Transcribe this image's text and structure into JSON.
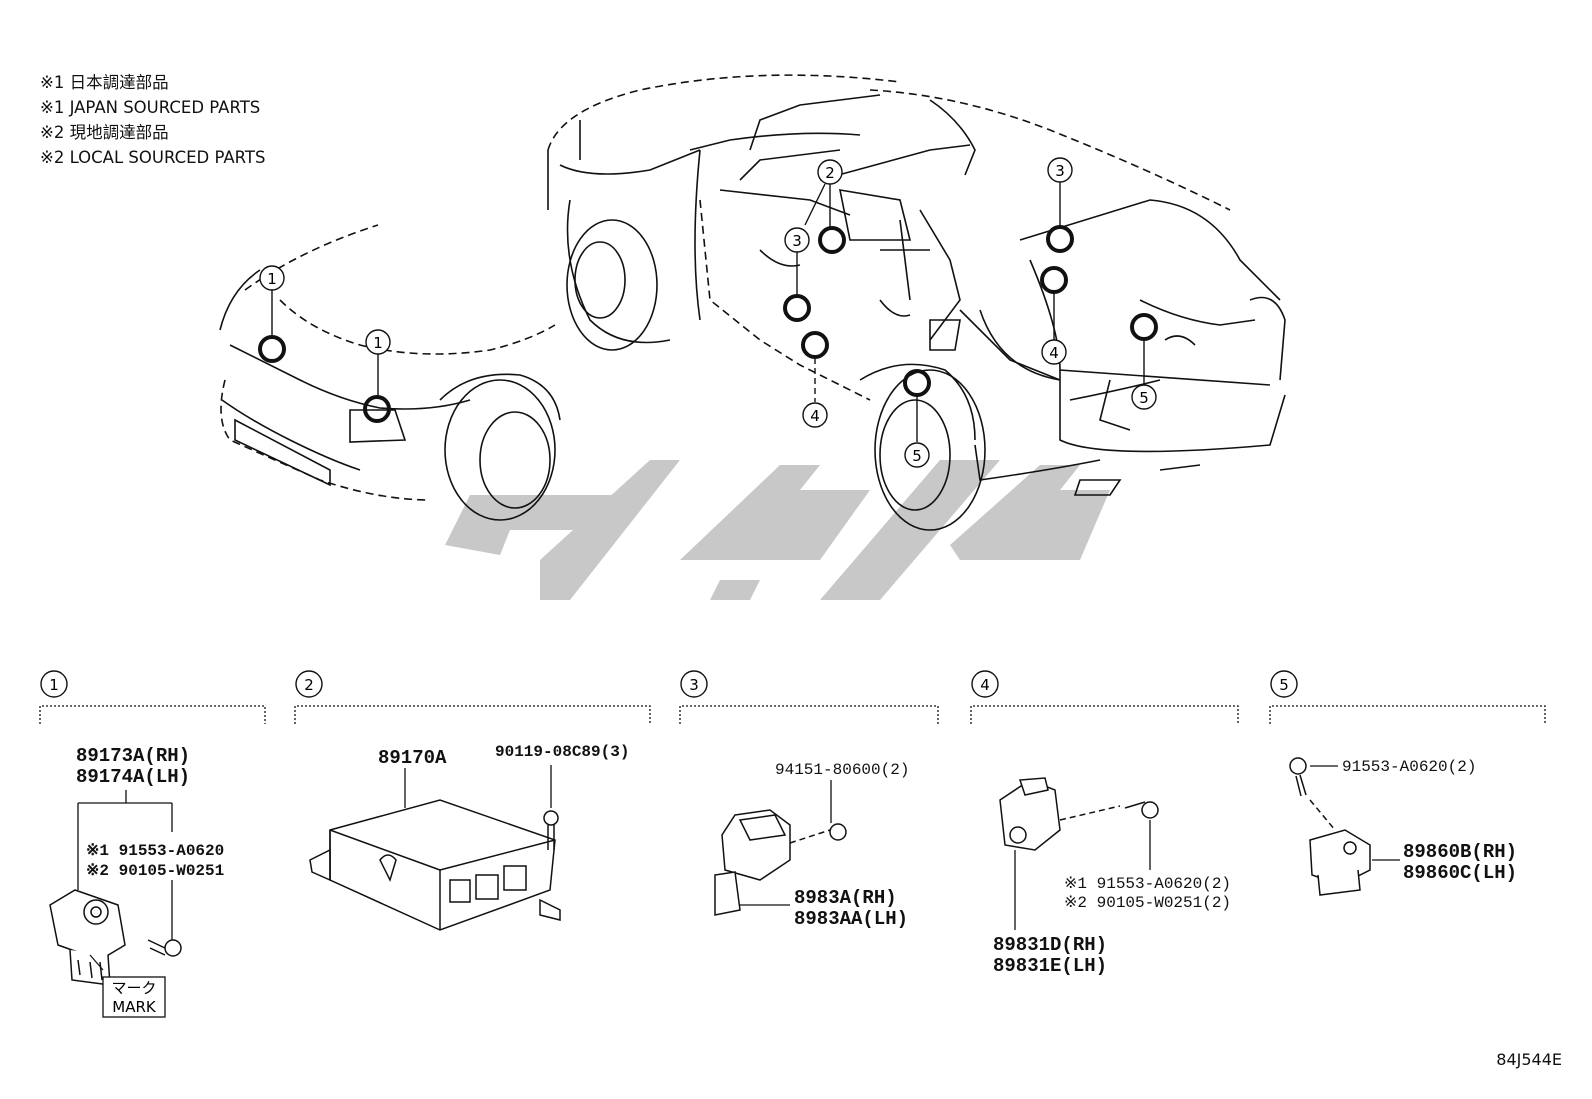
{
  "legend": [
    "※1 日本調達部品",
    "※1 JAPAN SOURCED PARTS",
    "※2 現地調達部品",
    "※2 LOCAL SOURCED PARTS"
  ],
  "diagram_code": "84J544E",
  "callout_numbers": {
    "front_left": "1",
    "front_right": "1",
    "center_a": "2",
    "center_b": "3",
    "rear_upper": "3",
    "rear_lower": "4",
    "door_lower": "4",
    "rear_hatch": "5",
    "wheel": "5"
  },
  "sections": [
    {
      "num": "1",
      "parts": [
        "89173A(RH)",
        "89174A(LH)"
      ],
      "fasteners": [
        "※1 91553-A0620",
        "※2 90105-W0251"
      ],
      "mark_jp": "マーク",
      "mark_en": "MARK"
    },
    {
      "num": "2",
      "parts": [
        "89170A"
      ],
      "fasteners": [
        "90119-08C89(3)"
      ]
    },
    {
      "num": "3",
      "parts": [
        "8983A(RH)",
        "8983AA(LH)"
      ],
      "fasteners": [
        "94151-80600(2)"
      ]
    },
    {
      "num": "4",
      "parts": [
        "89831D(RH)",
        "89831E(LH)"
      ],
      "fasteners": [
        "※1 91553-A0620(2)",
        "※2 90105-W0251(2)"
      ]
    },
    {
      "num": "5",
      "parts": [
        "89860B(RH)",
        "89860C(LH)"
      ],
      "fasteners": [
        "91553-A0620(2)"
      ]
    }
  ],
  "colors": {
    "line": "#111111",
    "watermark": "#c8c8c8"
  }
}
